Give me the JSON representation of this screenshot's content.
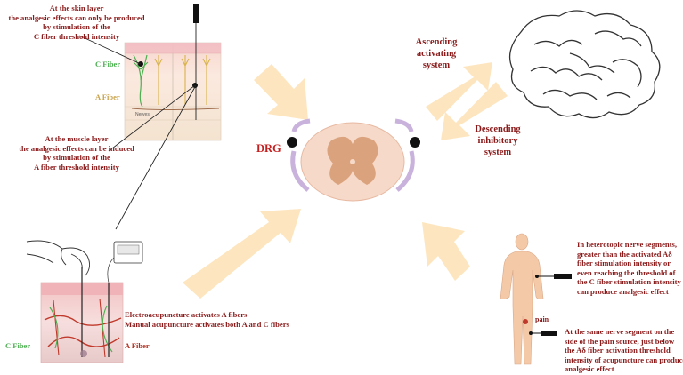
{
  "labels": {
    "skin": [
      "At the skin layer",
      "the analgesic effects can only be produced",
      "by stimulation of  the",
      "C fiber threshold intensity"
    ],
    "muscle": [
      "At the muscle layer",
      "the analgesic effects can be induced",
      "by stimulation of the",
      "A fiber threshold intensity"
    ],
    "c_fiber_top": "C Fiber",
    "a_fiber_top": "A Fiber",
    "nerves": "Nerves",
    "drg": "DRG",
    "ascending": [
      "Ascending",
      "activating",
      "system"
    ],
    "descending": [
      "Descending",
      "inhibitory",
      "system"
    ],
    "electro": [
      "Electroacupuncture activates A fibers",
      "Manual acupuncture activates both A and C fibers"
    ],
    "c_fiber_bottom": "C Fiber",
    "a_fiber_bottom": "A Fiber",
    "heterotopic": [
      "In heterotopic nerve segments,",
      "greater than the activated Aδ",
      "fiber stimulation intensity or",
      "even reaching the threshold of",
      "the C fiber stimulation intensity",
      "can produce analgesic effect"
    ],
    "same_segment": [
      "At the same nerve segment on the",
      "side of the pain source, just below",
      "the Aδ fiber activation threshold",
      "intensity of acupuncture can produce",
      "analgesic effect"
    ],
    "pain": "pain"
  },
  "colors": {
    "label_text": "#8b1a1a",
    "drg_text": "#c41e1e",
    "c_fiber": "#4caf50",
    "a_fiber": "#c9a24a",
    "arrow": "#fde6bf",
    "spinal_cord": "#f6d9c8",
    "gray_matter": "#dba27e",
    "nerve_root": "#c9b2dc"
  },
  "icons": [
    "needle-icon",
    "brain-icon",
    "spinal-cord-icon",
    "hand-icon",
    "stimulator-device-icon",
    "human-body-icon",
    "electrode-icon"
  ]
}
